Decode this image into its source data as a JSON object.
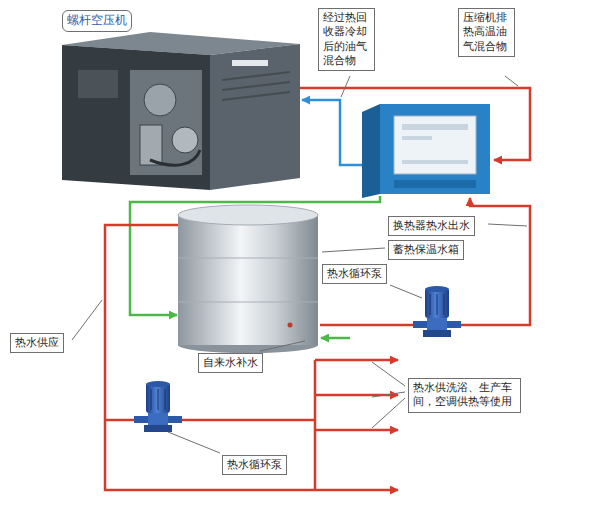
{
  "diagram": {
    "nodes": [
      {
        "text": [
          "螺杆空压机"
        ]
      },
      {
        "text": [
          "经过热回收器冷却后的油气混合物"
        ]
      },
      {
        "text": [
          "压缩机排热高温油气混合物"
        ]
      },
      {
        "text": [
          "换热器热水出水"
        ]
      },
      {
        "text": [
          "蓄热保温水箱"
        ]
      },
      {
        "text": [
          "热水循环泵"
        ]
      },
      {
        "text": [
          "热水供应"
        ]
      },
      {
        "text": [
          "自来水补水"
        ]
      },
      {
        "text": [
          "热水供洗浴、生产车间，空调供热等使用"
        ]
      },
      {
        "text": [
          "热水循环泵"
        ]
      }
    ]
  }
}
